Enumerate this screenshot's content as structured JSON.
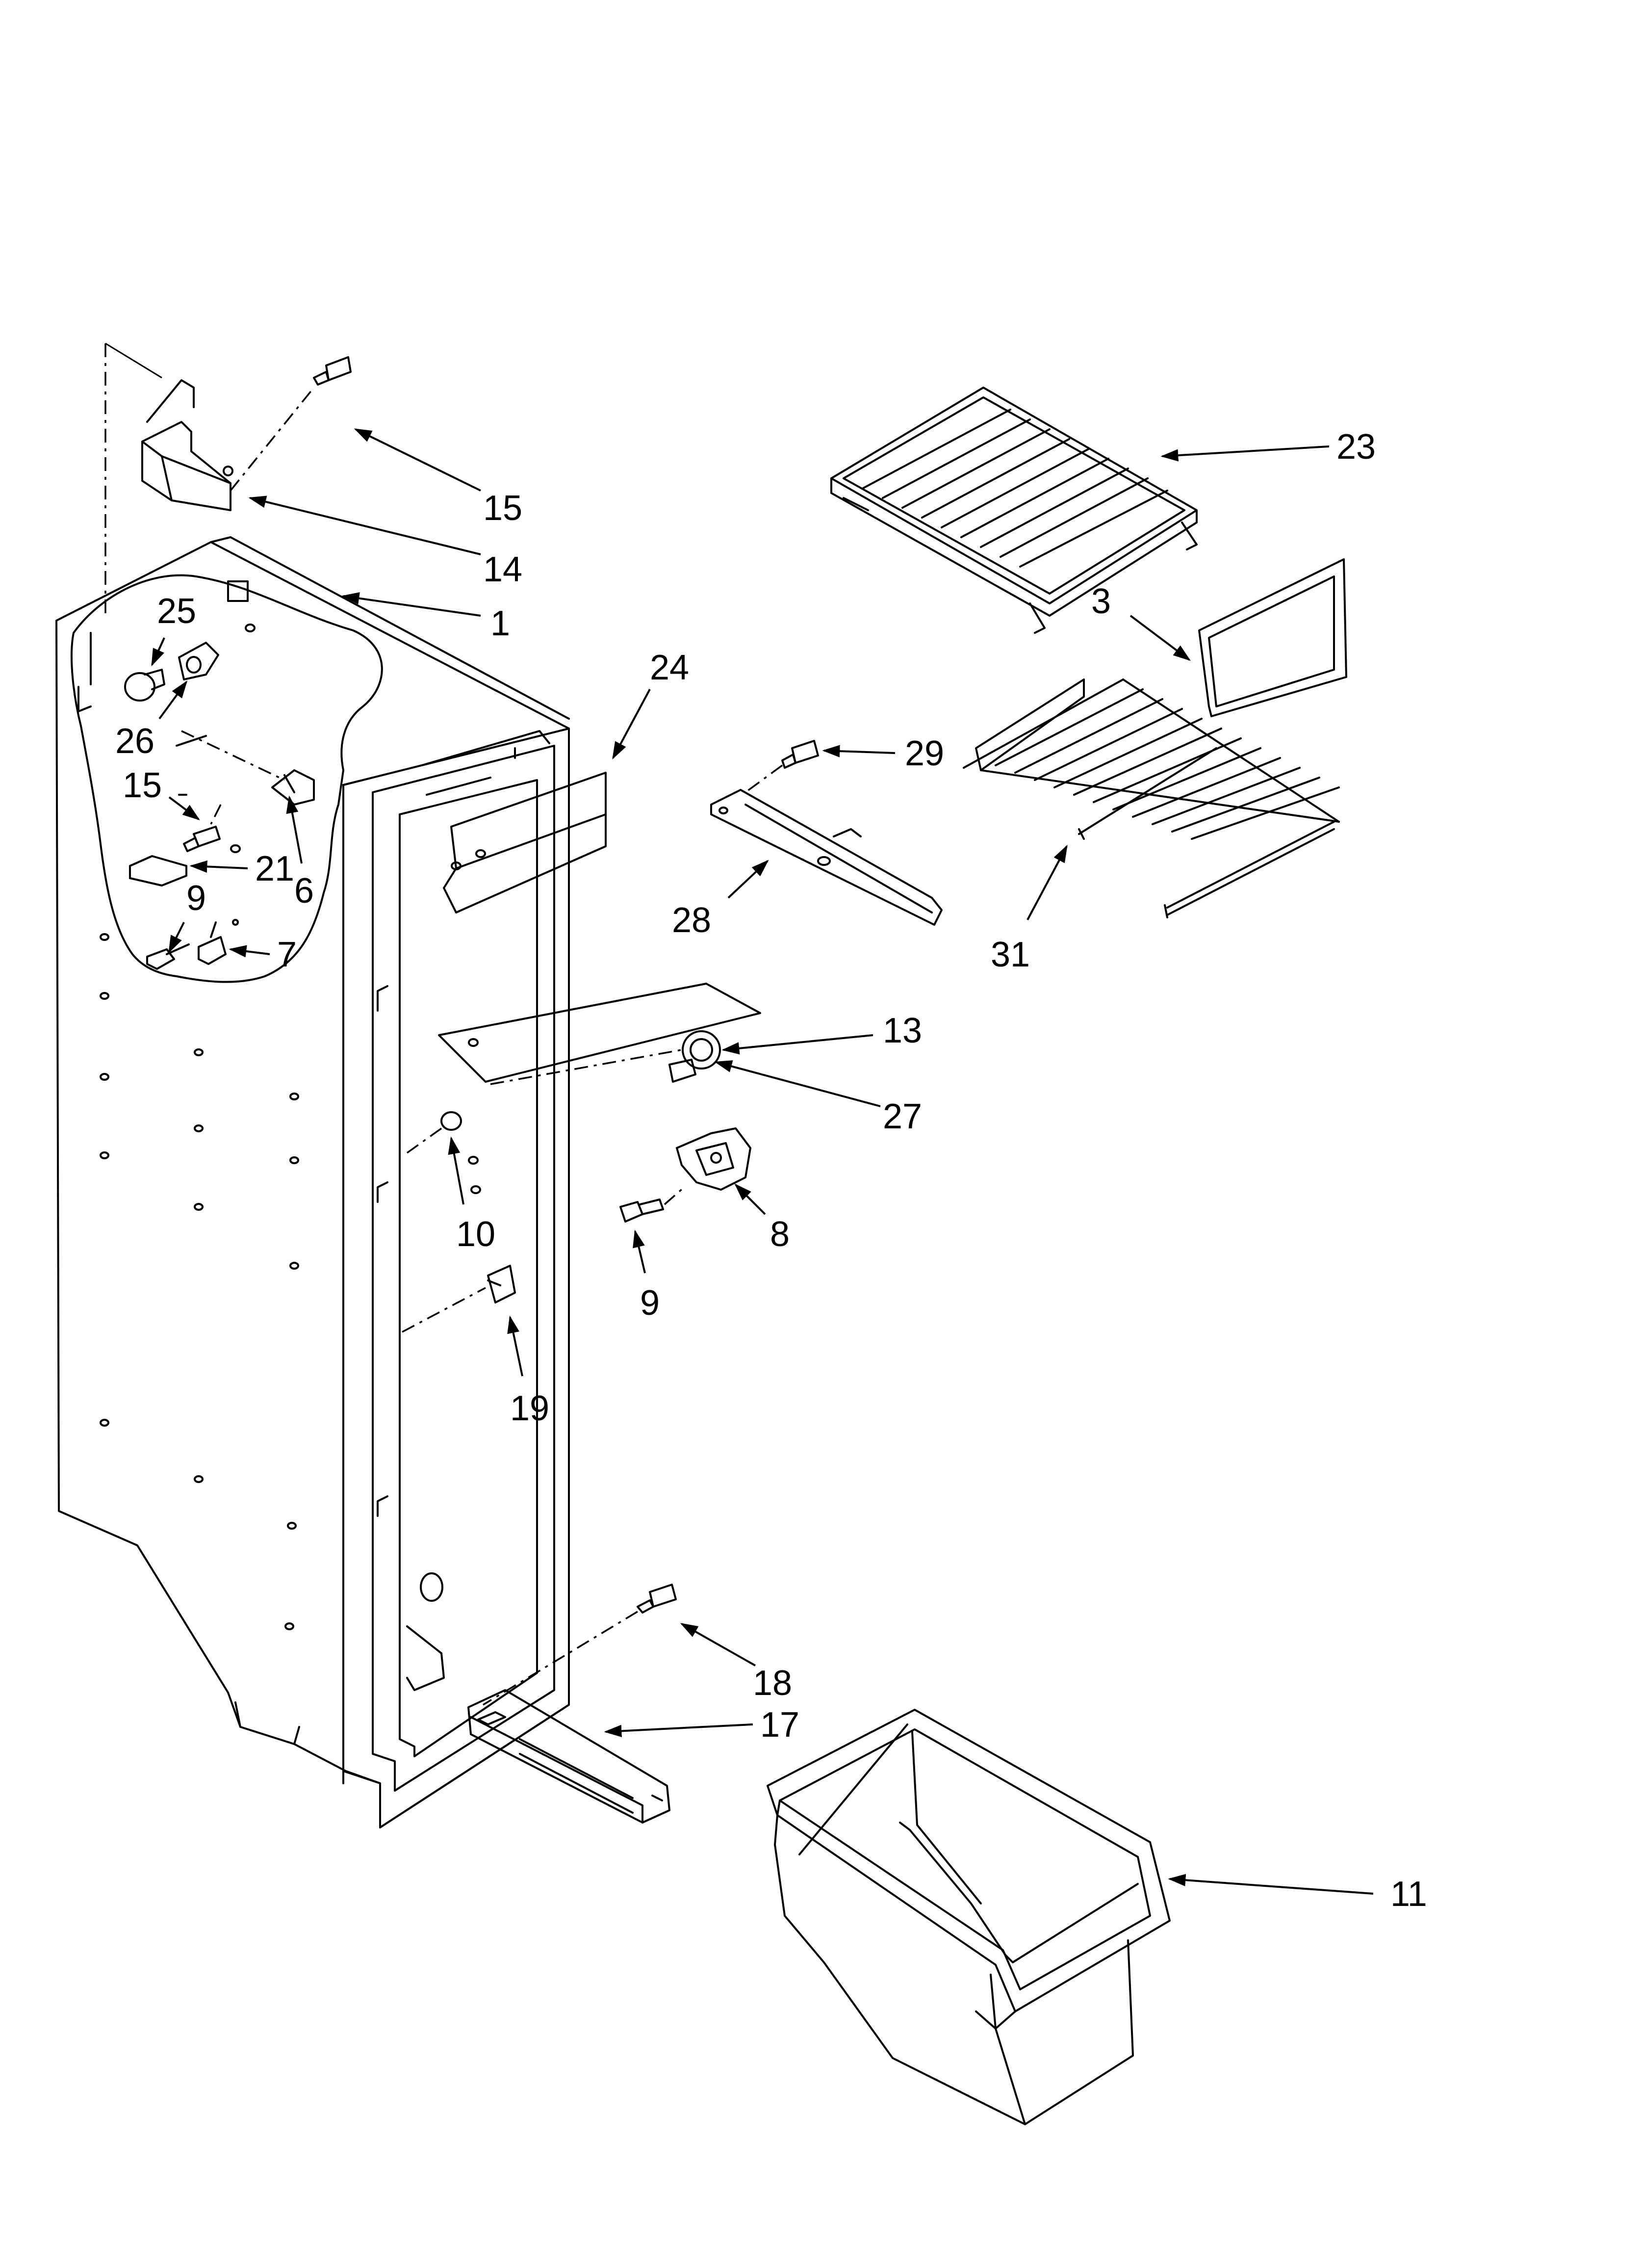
{
  "diagram": {
    "accent_color": "#000000",
    "background_color": "#ffffff",
    "callouts": {
      "c1": "1",
      "c3": "3",
      "c6": "6",
      "c7": "7",
      "c8": "8",
      "c9a": "9",
      "c9b": "9",
      "c10": "10",
      "c11": "11",
      "c13": "13",
      "c14": "14",
      "c15a": "15",
      "c15b": "15",
      "c17": "17",
      "c18": "18",
      "c19": "19",
      "c21": "21",
      "c23": "23",
      "c24": "24",
      "c25": "25",
      "c26": "26",
      "c27": "27",
      "c28": "28",
      "c29": "29",
      "c31": "31"
    }
  }
}
